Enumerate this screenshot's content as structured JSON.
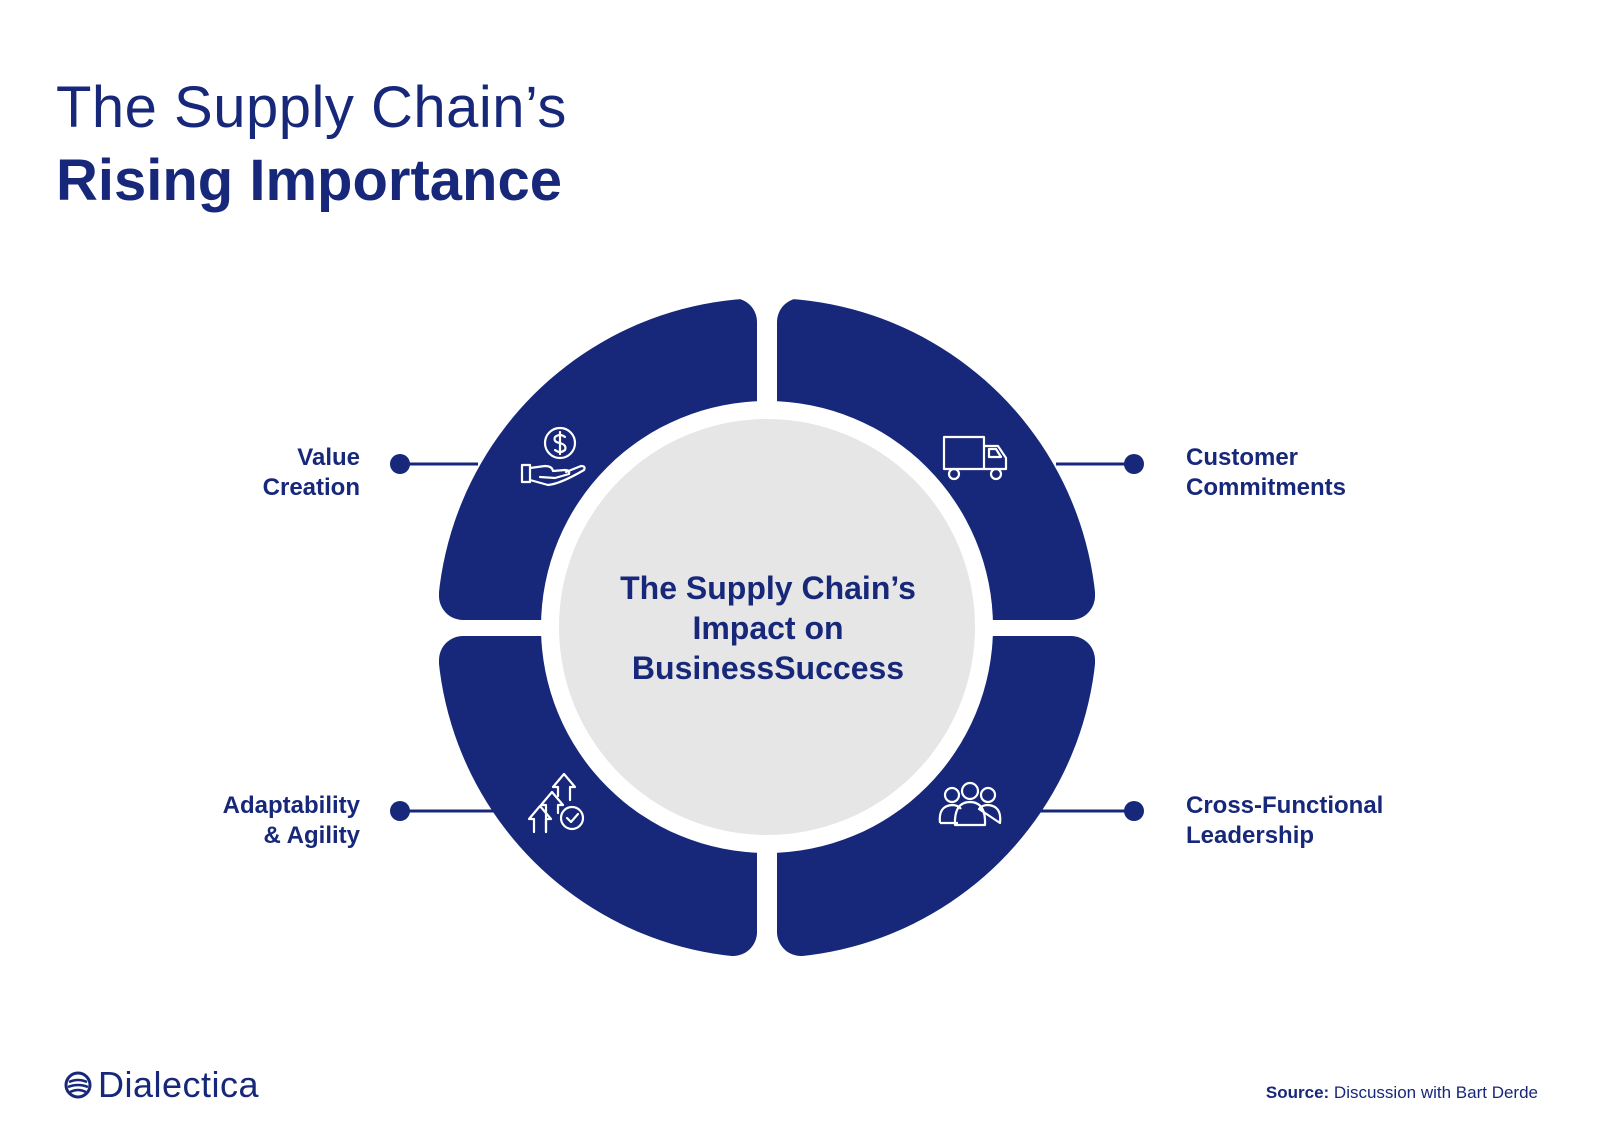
{
  "title": {
    "line1": "The Supply Chain’s",
    "line2": "Rising Importance"
  },
  "center": {
    "lines": [
      "The Supply Chain’s",
      "Impact on",
      "BusinessSuccess"
    ]
  },
  "segments": [
    {
      "lines": [
        "Value",
        "Creation"
      ],
      "icon": "hand-money-icon"
    },
    {
      "lines": [
        "Customer",
        "Commitments"
      ],
      "icon": "delivery-truck-icon"
    },
    {
      "lines": [
        "Adaptability",
        "& Agility"
      ],
      "icon": "growth-arrows-icon"
    },
    {
      "lines": [
        "Cross-Functional",
        "Leadership"
      ],
      "icon": "team-people-icon"
    }
  ],
  "footer": {
    "logo_text": "Dialectica",
    "source_label": "Source:",
    "source_text": "Discussion with Bart Derde"
  },
  "colors": {
    "navy": "#17287a",
    "center_fill": "#e6e6e6",
    "background": "#ffffff"
  }
}
